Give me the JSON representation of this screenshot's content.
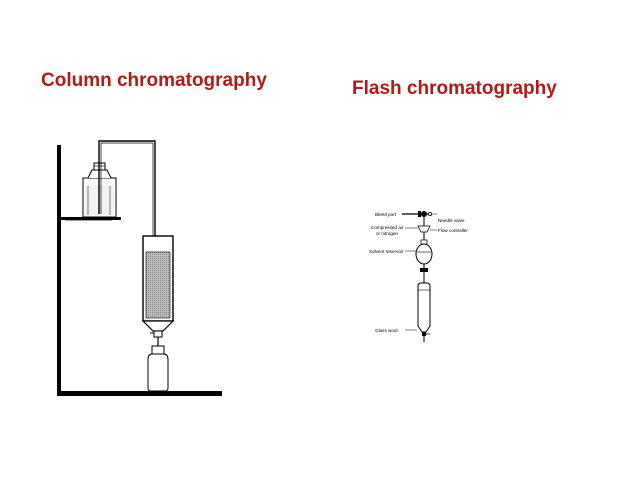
{
  "titles": {
    "left": "Column chromatography",
    "right": "Flash chromatography"
  },
  "flash_labels": {
    "bleed_port": "Bleed port",
    "needle_valve": "Needle valve",
    "compressed_air_line1": "Compressed air",
    "compressed_air_line2": "or nitrogen",
    "flow_controller": "Flow controller",
    "solvent_reservoir": "Solvent reservoir",
    "glass_wool": "Glass wool"
  },
  "colors": {
    "title": "#b01a1a",
    "line": "#000000",
    "packing": "#c8c8c8"
  }
}
